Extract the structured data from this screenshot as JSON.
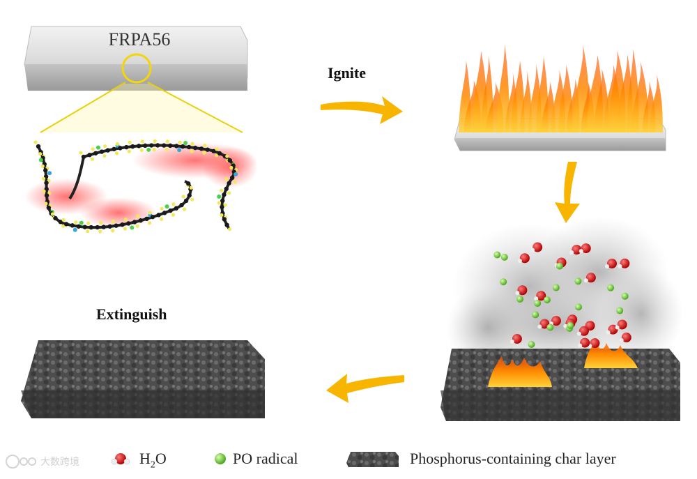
{
  "labels": {
    "material": "FRPA56",
    "ignite": "Ignite",
    "extinguish": "Extinguish"
  },
  "legend": {
    "h2o_prefix": "H",
    "h2o_sub": "2",
    "h2o_suffix": "O",
    "po": "PO radical",
    "char": "Phosphorus-containing char layer"
  },
  "watermark": "大数跨境",
  "colors": {
    "arrow": "#f7b500",
    "slab": "#d9d9d9",
    "char": "#4a4a4a",
    "h2o": "#d11a1a",
    "po": "#7bd14a",
    "flame": "#ff8a00",
    "highlight": "#ff6b6b"
  }
}
